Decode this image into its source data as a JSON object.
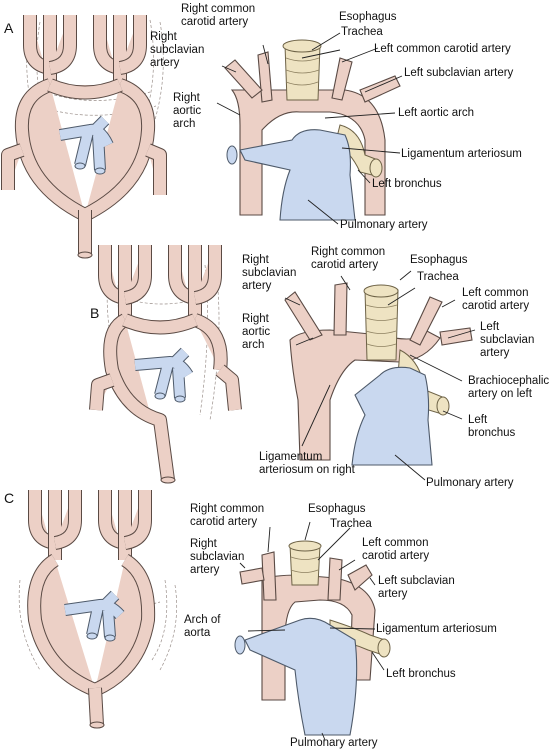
{
  "panels": [
    {
      "letter": "A",
      "labels": {
        "right_common_carotid": [
          "Right common",
          "carotid artery"
        ],
        "esophagus": "Esophagus",
        "trachea": "Trachea",
        "left_common_carotid": "Left common carotid artery",
        "right_subclavian": [
          "Right",
          "subclavian",
          "artery"
        ],
        "left_subclavian": "Left subclavian artery",
        "right_aortic_arch": [
          "Right",
          "aortic",
          "arch"
        ],
        "left_aortic_arch": "Left aortic arch",
        "ligamentum": "Ligamentum arteriosum",
        "left_bronchus": "Left bronchus",
        "pulmonary": "Pulmonary artery"
      }
    },
    {
      "letter": "B",
      "labels": {
        "right_common_carotid": [
          "Right common",
          "carotid artery"
        ],
        "right_subclavian": [
          "Right",
          "subclavian",
          "artery"
        ],
        "esophagus": "Esophagus",
        "trachea": "Trachea",
        "left_common_carotid": [
          "Left common",
          "carotid artery"
        ],
        "left_subclavian": [
          "Left",
          "subclavian",
          "artery"
        ],
        "right_aortic_arch": [
          "Right",
          "aortic",
          "arch"
        ],
        "brachiocephalic": [
          "Brachiocephalic",
          "artery on left"
        ],
        "left_bronchus": [
          "Left",
          "bronchus"
        ],
        "ligamentum": [
          "Ligamentum",
          "arteriosum on right"
        ],
        "pulmonary": "Pulmonary artery"
      }
    },
    {
      "letter": "C",
      "labels": {
        "right_common_carotid": [
          "Right common",
          "carotid artery"
        ],
        "esophagus": "Esophagus",
        "trachea": "Trachea",
        "right_subclavian": [
          "Right",
          "subclavian",
          "artery"
        ],
        "left_common_carotid": [
          "Left common",
          "carotid artery"
        ],
        "left_subclavian": [
          "Left subclavian",
          "artery"
        ],
        "arch_of_aorta": [
          "Arch of",
          "aorta"
        ],
        "ligamentum": "Ligamentum arteriosum",
        "left_bronchus": "Left  bronchus",
        "pulmonary": "Pulmonary artery"
      }
    }
  ]
}
